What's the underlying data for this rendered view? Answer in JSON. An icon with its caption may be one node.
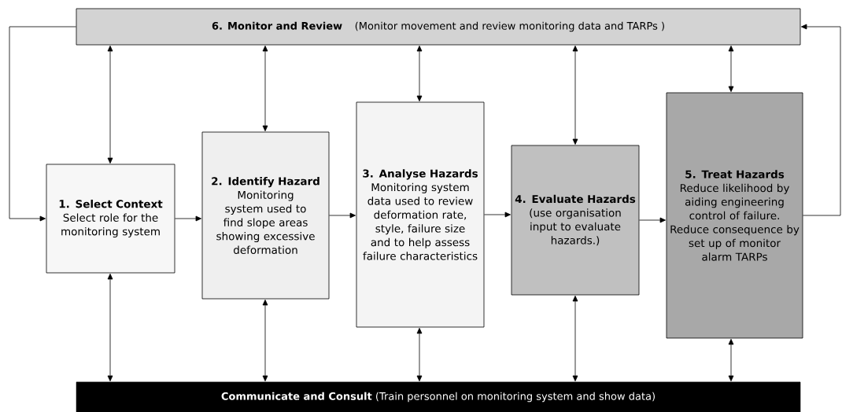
{
  "diagram": {
    "nodes": [
      {
        "text": [
          "6. Monitor and Review",
          "(Monitor movement and review monitoring data and TARPs )"
        ]
      },
      {
        "text": [
          "1. Select Context",
          "Select role for the monitoring system"
        ]
      },
      {
        "text": [
          "2. Identify Hazard",
          "Monitoring system used to find slope areas showing excessive deformation"
        ]
      },
      {
        "text": [
          "3. Analyse Hazards",
          "Monitoring system data used to review deformation rate, style, failure size and to help assess failure characteristics"
        ]
      },
      {
        "text": [
          "4. Evaluate Hazards",
          "(use organisation input to evaluate hazards.)"
        ]
      },
      {
        "text": [
          "5. Treat Hazards",
          "Reduce likelihood by aiding engineering control of failure. Reduce consequence by set up of monitor alarm TARPs"
        ]
      },
      {
        "text": [
          "Communicate and Consult",
          "(Train personnel on monitoring system and show data)"
        ]
      }
    ],
    "edges": [
      {
        "from": 0,
        "to": 1,
        "arrow": "to"
      },
      {
        "from": 1,
        "to": 2,
        "arrow": "to"
      },
      {
        "from": 2,
        "to": 3,
        "arrow": "to"
      },
      {
        "from": 3,
        "to": 4,
        "arrow": "to"
      },
      {
        "from": 4,
        "to": 5,
        "arrow": "to"
      },
      {
        "from": 5,
        "to": 0,
        "arrow": "to"
      },
      {
        "from": 0,
        "to": 1,
        "arrow": "both"
      },
      {
        "from": 0,
        "to": 2,
        "arrow": "both"
      },
      {
        "from": 0,
        "to": 3,
        "arrow": "both"
      },
      {
        "from": 0,
        "to": 4,
        "arrow": "both"
      },
      {
        "from": 0,
        "to": 5,
        "arrow": "both"
      },
      {
        "from": 1,
        "to": 6,
        "arrow": "both"
      },
      {
        "from": 2,
        "to": 6,
        "arrow": "both"
      },
      {
        "from": 3,
        "to": 6,
        "arrow": "both"
      },
      {
        "from": 4,
        "to": 6,
        "arrow": "both"
      },
      {
        "from": 5,
        "to": 6,
        "arrow": "both"
      }
    ]
  }
}
